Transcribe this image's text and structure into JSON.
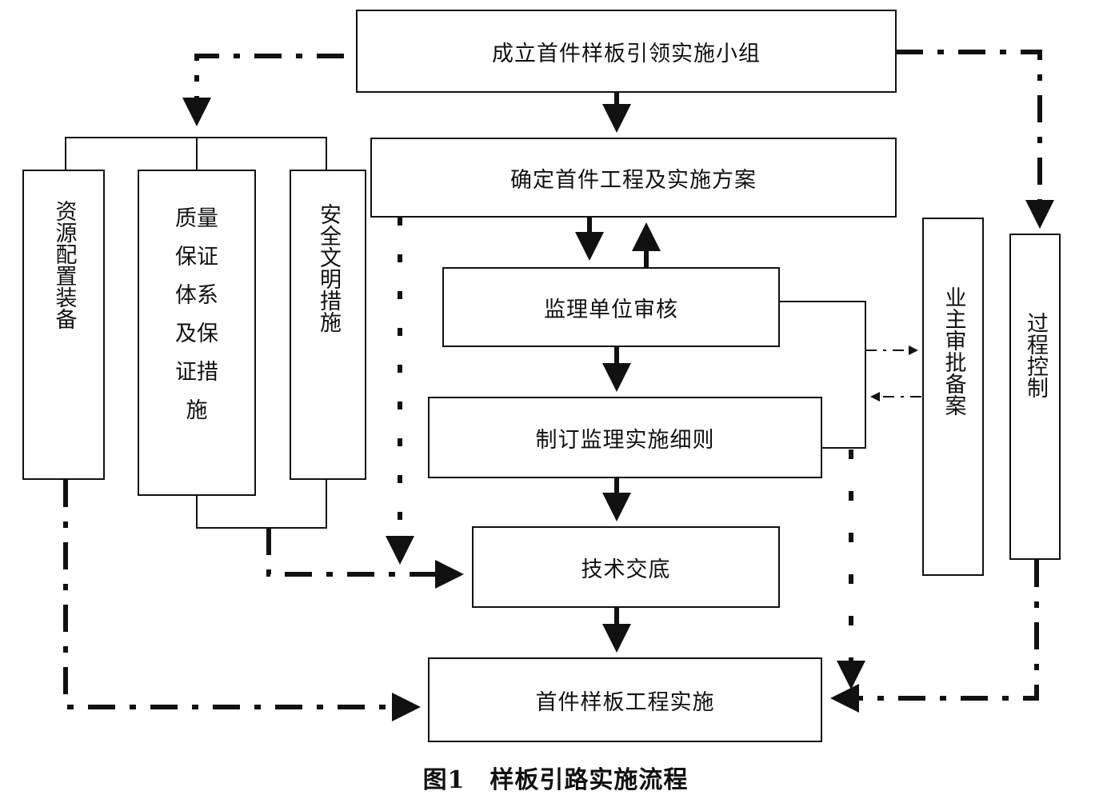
{
  "boxes": {
    "establish_group": "成立首件样板引领实施小组",
    "determine_plan": "确定首件工程及实施方案",
    "supervisor_review": "监理单位审核",
    "supervision_rules": "制订监理实施细则",
    "tech_briefing": "技术交底",
    "implementation": "首件样板工程实施",
    "resources": "资源配置装备",
    "quality": "质量保证体系及保证措施",
    "safety": "安全文明措施",
    "owner_approval": "业主审批备案",
    "process_control": "过程控制"
  },
  "caption": "图1　样板引路实施流程"
}
